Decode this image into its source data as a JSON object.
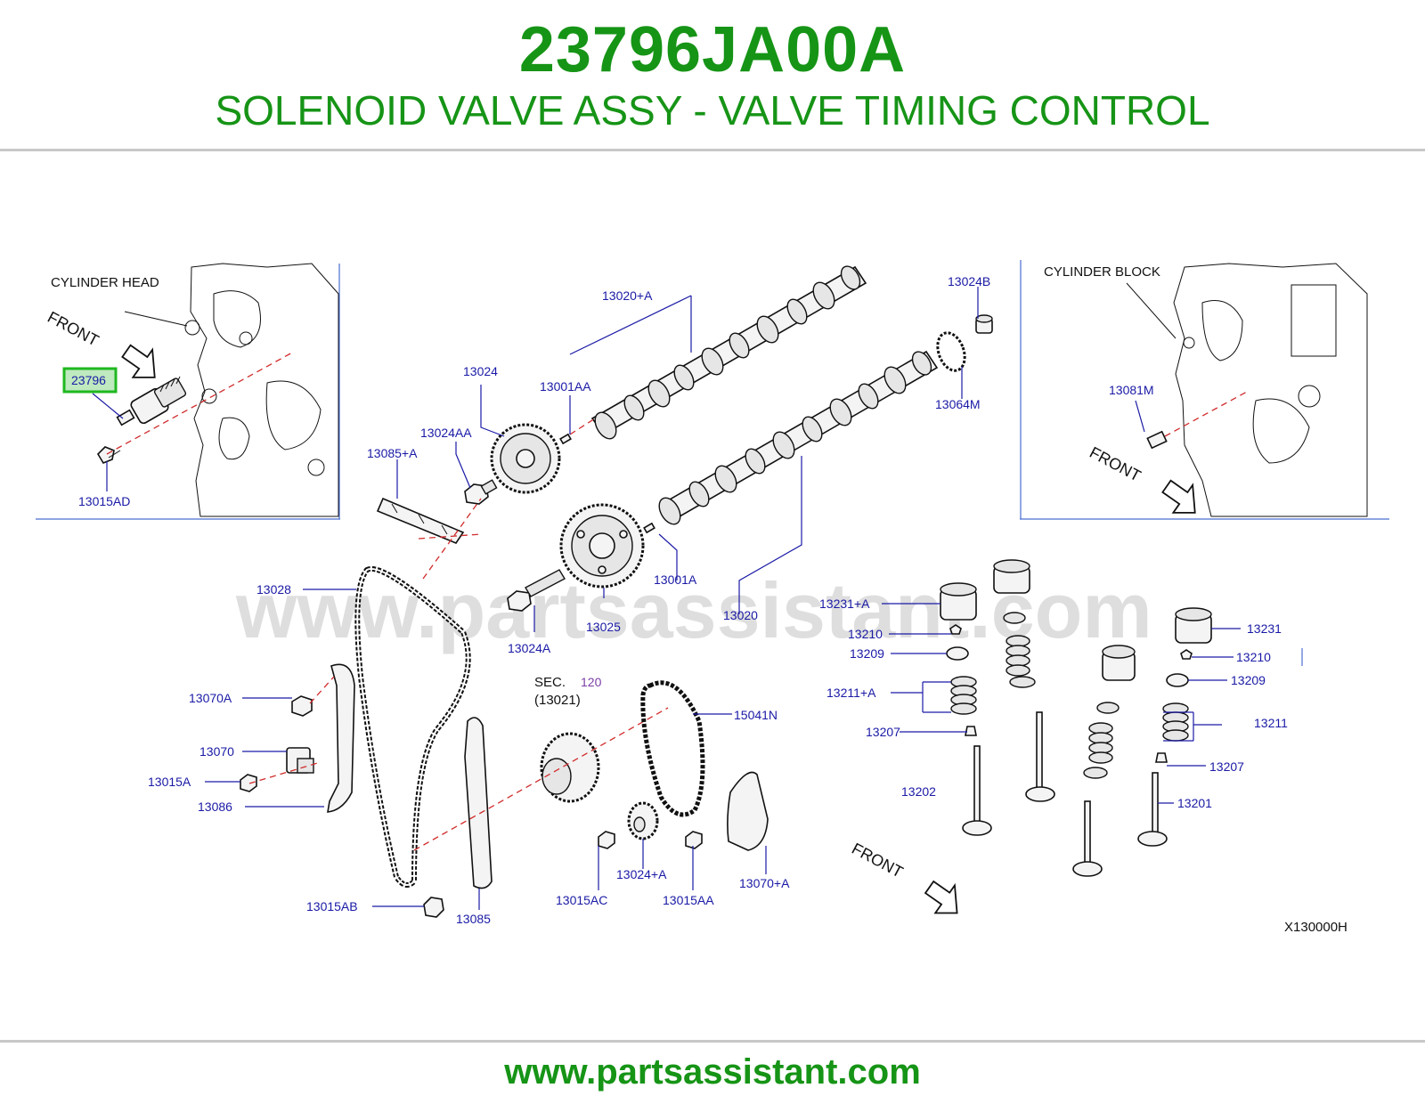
{
  "header": {
    "part_number": "23796JA00A",
    "description": "SOLENOID VALVE ASSY - VALVE TIMING CONTROL"
  },
  "footer": {
    "url": "www.partsassistant.com"
  },
  "watermark": "www.partsassistant.com",
  "diagram": {
    "code": "X130000H",
    "highlight_part": "23796",
    "cylinder_head_label": "CYLINDER   HEAD",
    "cylinder_block_label": "CYLINDER   BLOCK",
    "front_label": "FRONT",
    "sec_label": "SEC.",
    "sec_number": "120",
    "sec_ref": "(13021)",
    "labels": {
      "p13015AD": "13015AD",
      "p13020A": "13020+A",
      "p13024": "13024",
      "p13001AA": "13001AA",
      "p13024AA": "13024AA",
      "p13085A": "13085+A",
      "p13024B": "13024B",
      "p13064M": "13064M",
      "p13081M": "13081M",
      "p13028": "13028",
      "p13001A": "13001A",
      "p13025": "13025",
      "p13020": "13020",
      "p13024A": "13024A",
      "p13070A": "13070A",
      "p13070": "13070",
      "p13015A": "13015A",
      "p13086": "13086",
      "p15041N": "15041N",
      "p13015AB": "13015AB",
      "p13085": "13085",
      "p13015AC": "13015AC",
      "p13024pA": "13024+A",
      "p13015AA": "13015AA",
      "p13070pA": "13070+A",
      "p13231A": "13231+A",
      "p13210L": "13210",
      "p13209L": "13209",
      "p13211A": "13211+A",
      "p13207L": "13207",
      "p13202": "13202",
      "p13231": "13231",
      "p13210R": "13210",
      "p13209R": "13209",
      "p13211": "13211",
      "p13207R": "13207",
      "p13201": "13201"
    }
  },
  "colors": {
    "brand_green": "#169416",
    "label_blue": "#1a1aa6",
    "centerline_red": "#d12b2b",
    "highlight_box": "#1fb81f"
  }
}
